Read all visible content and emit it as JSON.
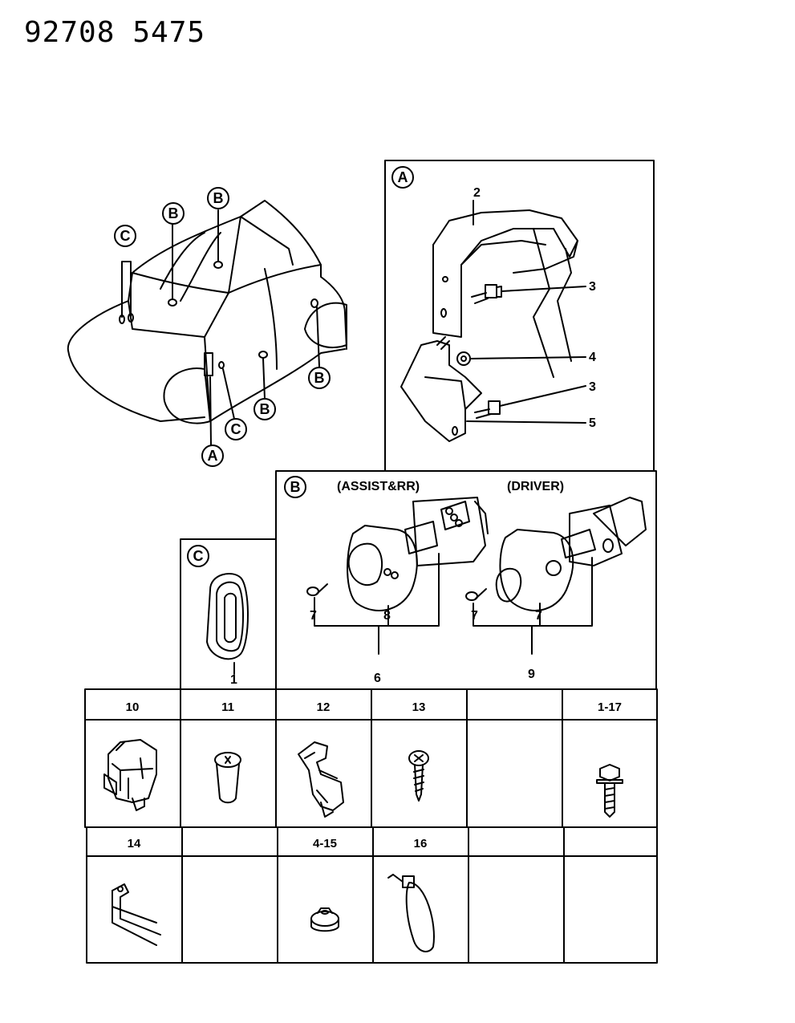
{
  "header": {
    "code1": "92708",
    "code2": "5475"
  },
  "callouts": {
    "a": "A",
    "b": "B",
    "c": "C"
  },
  "panel_b": {
    "assist": "(ASSIST&RR)",
    "driver": "(DRIVER)"
  },
  "parts": {
    "p1": "1",
    "p2": "2",
    "p3": "3",
    "p4": "4",
    "p5": "5",
    "p6": "6",
    "p7": "7",
    "p8": "8",
    "p9": "9"
  },
  "table": {
    "row1": [
      "10",
      "11",
      "12",
      "13",
      "",
      "1-17"
    ],
    "row2": [
      "14",
      "",
      "4-15",
      "16",
      "",
      ""
    ]
  }
}
